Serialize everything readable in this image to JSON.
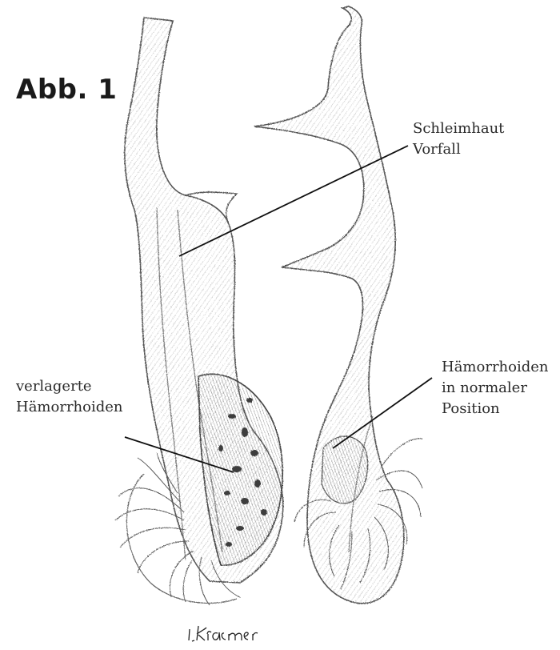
{
  "figure": {
    "title": "Abb. 1"
  },
  "labels": {
    "mucosal_prolapse": {
      "line1": "Schleimhaut",
      "line2": "Vorfall"
    },
    "displaced_hemorrhoids": {
      "line1": "verlagerte",
      "line2": "Hämorrhoiden"
    },
    "normal_hemorrhoids": {
      "line1": "Hämorrhoiden",
      "line2": "in normaler",
      "line3": "Position"
    }
  },
  "signature": "I. Kraemer",
  "colors": {
    "pencil_dark": "#3a3a3a",
    "pencil_mid": "#6e6e6e",
    "pencil_light": "#a8a8a8",
    "shading_fill": "#e9e9e9",
    "leader_line": "#111111"
  }
}
